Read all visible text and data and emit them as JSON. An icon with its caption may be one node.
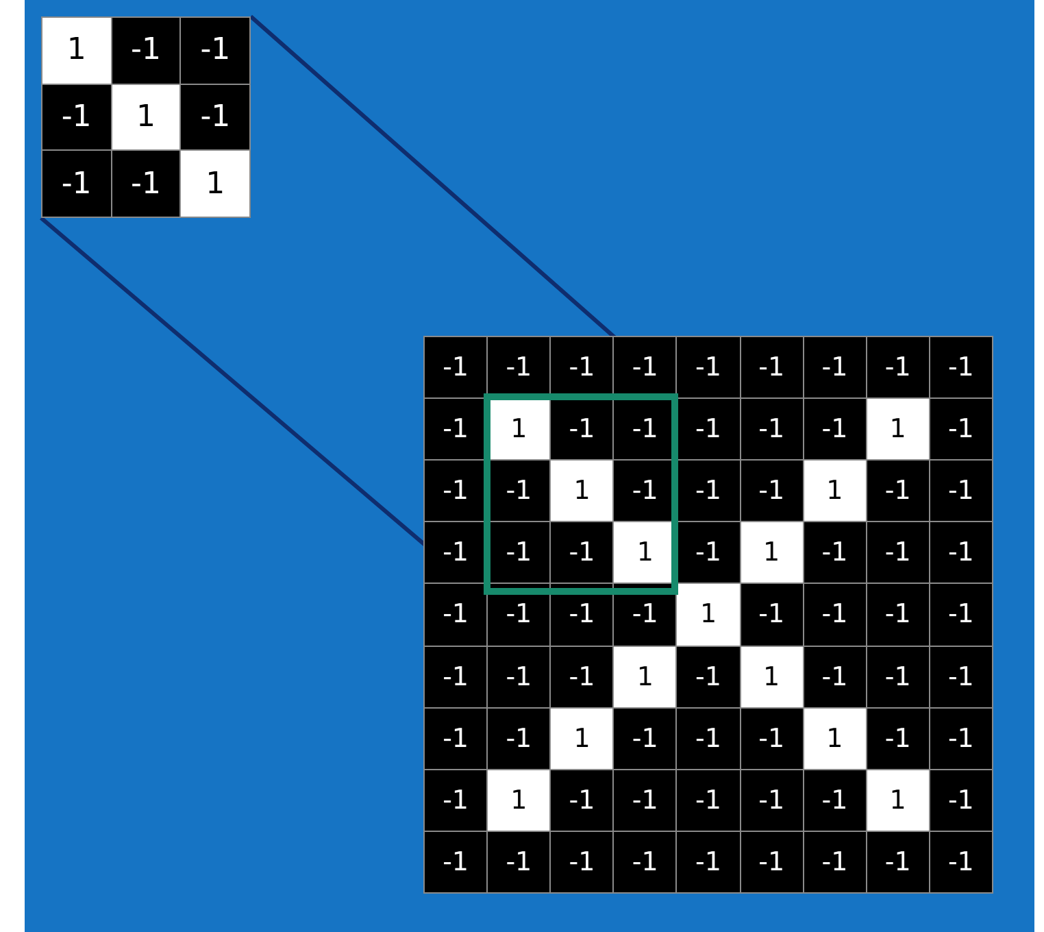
{
  "diagram": {
    "nodes": [
      {
        "text": [],
        "shape": "box"
      },
      {
        "text": [],
        "shape": "box"
      },
      {
        "text": [],
        "shape": "box",
        "in": 1
      }
    ],
    "edges": [
      {
        "from": 0,
        "to": 2,
        "arrow": "none"
      },
      {
        "from": 0,
        "to": 2,
        "arrow": "none"
      }
    ],
    "labels": [
      "1",
      "-1",
      "-1",
      "-1",
      "1",
      "-1",
      "-1",
      "-1",
      "1",
      "-1",
      "-1",
      "-1",
      "-1",
      "-1",
      "-1",
      "-1",
      "-1",
      "-1",
      "-1",
      "1",
      "-1",
      "-1",
      "-1",
      "-1",
      "-1",
      "1",
      "-1",
      "-1",
      "-1",
      "1",
      "-1",
      "-1",
      "-1",
      "1",
      "-1",
      "-1",
      "-1",
      "-1",
      "-1",
      "1",
      "-1",
      "1",
      "-1",
      "-1",
      "-1",
      "-1",
      "-1",
      "-1",
      "-1",
      "1",
      "-1",
      "-1",
      "-1",
      "-1",
      "-1",
      "-1",
      "-1",
      "1",
      "-1",
      "1",
      "-1",
      "-1",
      "-1",
      "-1",
      "-1",
      "1",
      "-1",
      "-1",
      "-1",
      "1",
      "-1",
      "-1",
      "-1",
      "1",
      "-1",
      "-1",
      "-1",
      "-1",
      "-1",
      "1",
      "-1",
      "-1",
      "-1",
      "-1",
      "-1",
      "-1",
      "-1",
      "-1",
      "-1",
      "-1"
    ]
  }
}
